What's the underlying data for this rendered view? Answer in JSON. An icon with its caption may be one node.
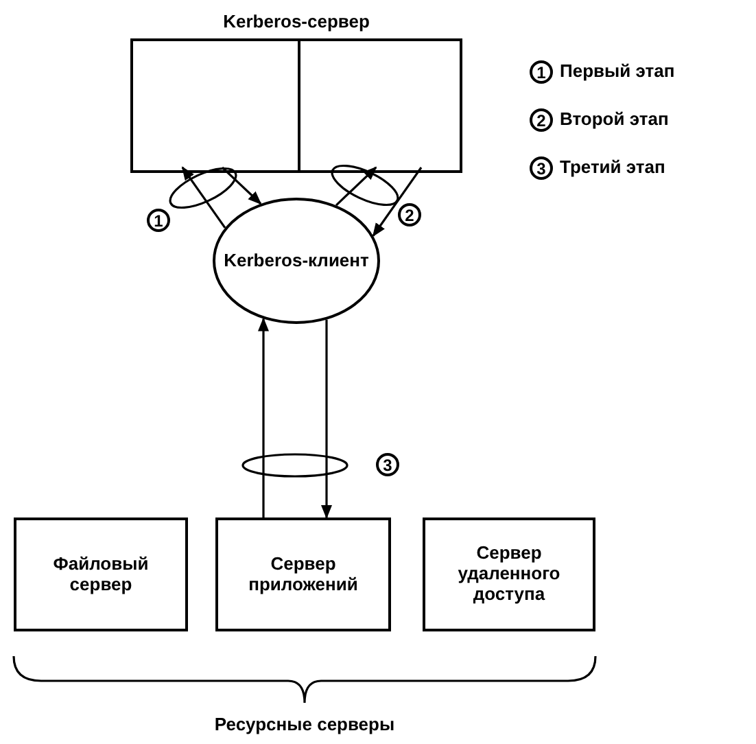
{
  "diagram": {
    "nodes": [
      {
        "text": [
          "Kerberos-сервер"
        ]
      },
      {
        "text": [],
        "shape": "box",
        "in": 0
      },
      {
        "text": [],
        "shape": "box",
        "in": 0
      },
      {
        "text": [
          "Kerberos-клиент"
        ]
      },
      {
        "text": [
          "Файловый сервер"
        ]
      },
      {
        "text": [
          "Сервер приложений"
        ]
      },
      {
        "text": [
          "Сервер удаленного доступа"
        ]
      }
    ],
    "edges": [
      {
        "from": 3,
        "to": 1,
        "arrow": "to"
      },
      {
        "from": 1,
        "to": 3,
        "arrow": "to"
      },
      {
        "from": 3,
        "to": 2,
        "arrow": "to"
      },
      {
        "from": 2,
        "to": 3,
        "arrow": "to"
      },
      {
        "from": 5,
        "to": 3,
        "arrow": "to"
      },
      {
        "from": 3,
        "to": 5,
        "arrow": "to"
      }
    ],
    "labels": [
      "1",
      "Первый этап",
      "2",
      "Второй этап",
      "1",
      "2",
      "3",
      "Третий этап",
      "3",
      "Ресурсные серверы"
    ]
  }
}
